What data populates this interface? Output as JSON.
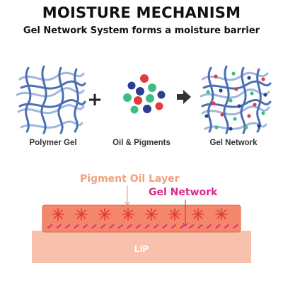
{
  "title": "MOISTURE MECHANISM",
  "subtitle": "Gel Network System forms a moisture barrier",
  "steps": [
    {
      "label": "Polymer Gel"
    },
    {
      "label": "Oil & Pigments"
    },
    {
      "label": "Gel Network"
    }
  ],
  "operators": {
    "plus": "+",
    "arrow": "arrow-right-icon"
  },
  "layers": {
    "pigment_oil_label": "Pigment Oil Layer",
    "gel_network_label": "Gel Network",
    "lip_label": "LIP"
  },
  "colors": {
    "gel_blue": "#4a6fb3",
    "gel_light": "#9fb6de",
    "dot_red": "#e23b3b",
    "dot_green": "#3dbd86",
    "dot_navy": "#2a3f8f",
    "pigment_label": "#f2a07e",
    "gel_label": "#e0288a",
    "oil_layer": "#f4876a",
    "lip": "#f8c1ad"
  }
}
